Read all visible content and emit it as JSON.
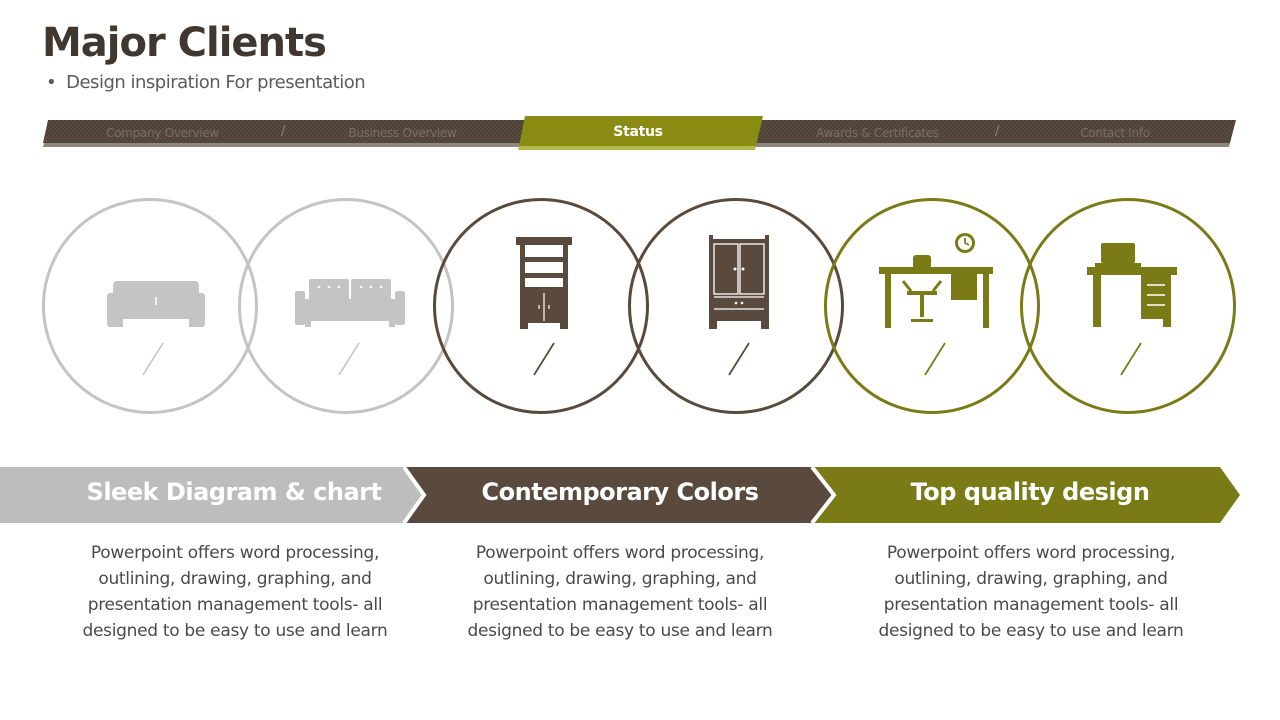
{
  "header": {
    "title": "Major Clients",
    "subtitle_bullet": "•",
    "subtitle": "Design inspiration For presentation"
  },
  "nav": {
    "items": [
      {
        "label": "Company Overview"
      },
      {
        "label": "Business Overview"
      },
      {
        "label": "Status"
      },
      {
        "label": "Awards & Certificates"
      },
      {
        "label": "Contact Info"
      }
    ],
    "separator": "/",
    "active_color": "#8a8b12",
    "bar_color": "#4f4136"
  },
  "circles": [
    {
      "icon": "sofa-icon"
    },
    {
      "icon": "couch-icon"
    },
    {
      "icon": "bookshelf-cabinet-icon"
    },
    {
      "icon": "wardrobe-icon"
    },
    {
      "icon": "office-desk-chair-clock-icon"
    },
    {
      "icon": "desk-laptop-icon"
    }
  ],
  "colors": {
    "gray": "#c4c4c4",
    "brown": "#5a4a3e",
    "olive": "#7a7a16"
  },
  "banners": [
    {
      "label": "Sleek Diagram & chart",
      "description": "Powerpoint offers word processing, outlining, drawing, graphing, and presentation management tools- all designed to be easy to use and learn"
    },
    {
      "label": "Contemporary Colors",
      "description": "Powerpoint offers word processing, outlining, drawing, graphing, and presentation management tools- all designed to be easy to use and learn"
    },
    {
      "label": "Top quality design",
      "description": "Powerpoint offers word processing, outlining, drawing, graphing, and presentation management tools- all designed to be easy to use and learn"
    }
  ]
}
